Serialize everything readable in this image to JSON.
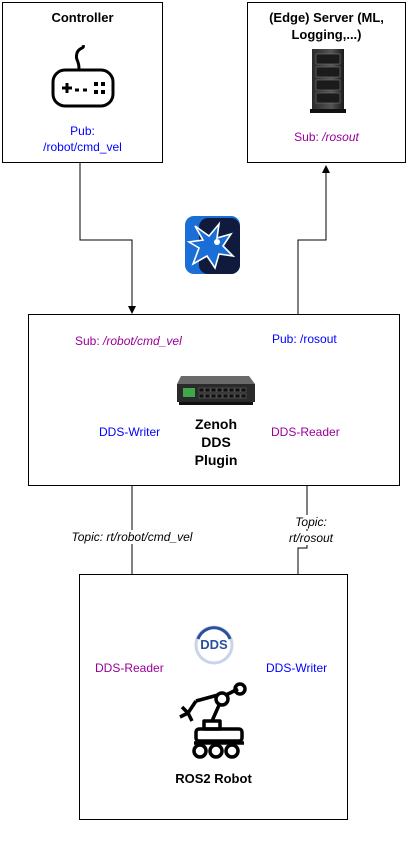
{
  "controller": {
    "title": "Controller",
    "pub_label": "Pub:",
    "pub_topic": "/robot/cmd_vel",
    "icon": "gamepad-icon"
  },
  "server": {
    "title_line1": "(Edge) Server (ML,",
    "title_line2": "Logging,...)",
    "sub_label": "Sub: ",
    "sub_topic": "/rosout",
    "icon": "server-rack-icon"
  },
  "zenoh_logo": {
    "icon": "zenoh-dragon-icon"
  },
  "plugin": {
    "sub_label": "Sub: ",
    "sub_topic": "/robot/cmd_vel",
    "pub_label": "Pub: /rosout",
    "writer": "DDS-Writer",
    "reader": "DDS-Reader",
    "title_line1": "Zenoh",
    "title_line2": "DDS",
    "title_line3": "Plugin",
    "icon": "network-switch-icon"
  },
  "topics": {
    "left": "Topic: rt/robot/cmd_vel",
    "right_line1": "Topic:",
    "right_line2": "rt/rosout"
  },
  "robot": {
    "reader": "DDS-Reader",
    "writer": "DDS-Writer",
    "title": "ROS2 Robot",
    "dds_logo": "DDS",
    "icon": "robot-arm-rover-icon"
  },
  "colors": {
    "blue": "#0000ff",
    "purple": "#990099",
    "zenoh": "#1a6fd6"
  }
}
